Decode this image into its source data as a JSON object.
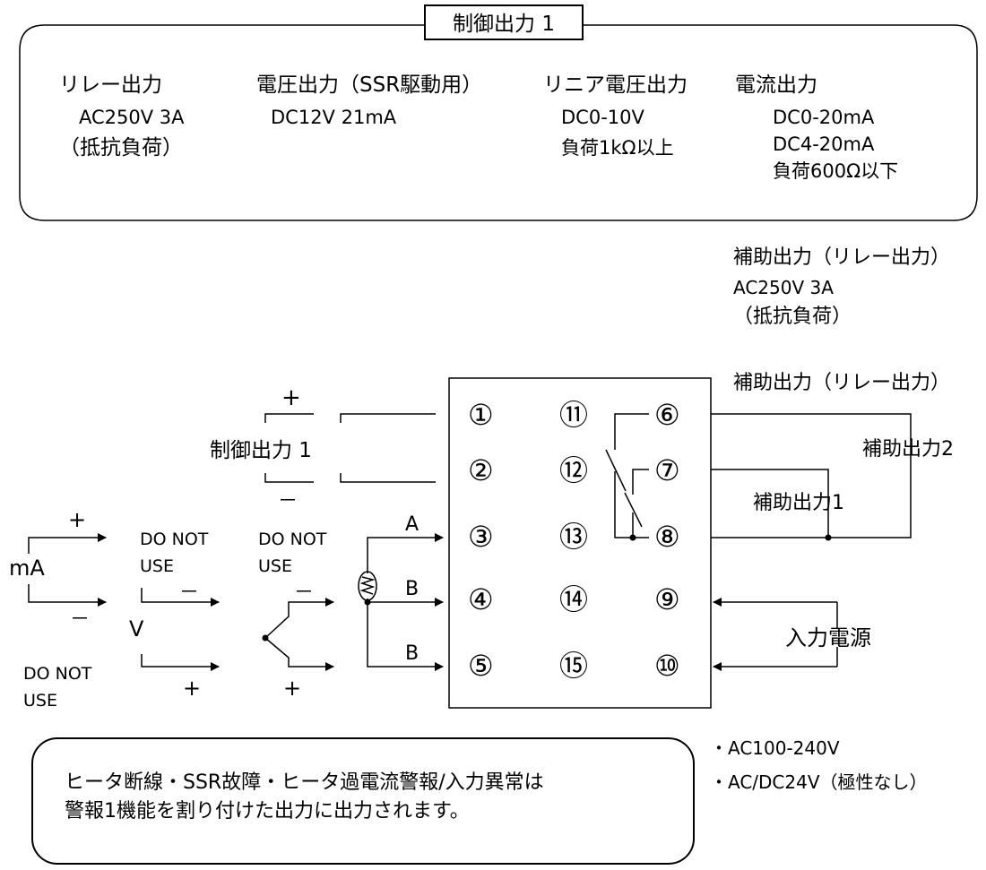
{
  "control_output_box": {
    "title": "制御出力 1",
    "columns": [
      {
        "name": "relay",
        "lines": [
          "リレー出力",
          "AC250V  3A",
          "（抵抗負荷）"
        ]
      },
      {
        "name": "voltage",
        "lines": [
          "電圧出力（SSR駆動用）",
          "DC12V  21mA"
        ]
      },
      {
        "name": "linear-voltage",
        "lines": [
          "リニア電圧出力",
          "DC0-10V",
          "負荷1kΩ以上"
        ]
      },
      {
        "name": "current",
        "lines": [
          "電流出力",
          "DC0-20mA",
          "DC4-20mA",
          "負荷600Ω以下"
        ]
      }
    ]
  },
  "aux_output_note": [
    "補助出力（リレー出力）",
    "AC250V 3A",
    "（抵抗負荷）"
  ],
  "aux_output_title": "補助出力（リレー出力）",
  "aux_output_1": "補助出力1",
  "aux_output_2": "補助出力2",
  "terminals": {
    "col1": [
      "①",
      "②",
      "③",
      "④",
      "⑤"
    ],
    "col2": [
      "⑪",
      "⑫",
      "⑬",
      "⑭",
      "⑮"
    ],
    "col3": [
      "⑥",
      "⑦",
      "⑧",
      "⑨",
      "⑩"
    ]
  },
  "control_output_label": "制御出力 1",
  "plus": "+",
  "minus": "－",
  "plus_small": "+",
  "ma_label": "mA",
  "v_label": "V",
  "do_not_use": [
    "DO NOT",
    "USE"
  ],
  "rtd_labels": {
    "a": "A",
    "b1": "B",
    "b2": "B"
  },
  "power_input_label": "入力電源",
  "power_specs": [
    "・AC100-240V",
    "・AC/DC24V（極性なし）"
  ],
  "note_box": [
    "ヒータ断線・SSR故障・ヒータ過電流警報/入力異常は",
    "警報1機能を割り付けた出力に出力されます。"
  ]
}
